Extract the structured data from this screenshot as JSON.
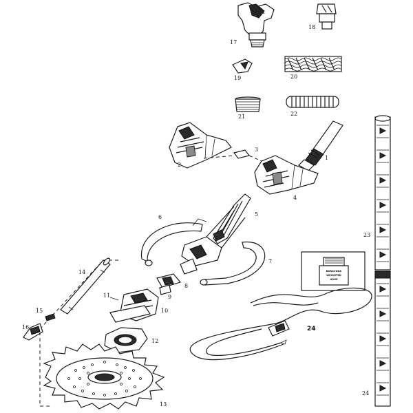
{
  "diagram": {
    "callouts": {
      "p1": "1",
      "p2": "2",
      "p3": "3",
      "p4": "4",
      "p5": "5",
      "p6": "6",
      "p7": "7",
      "p8": "8",
      "p9": "9",
      "p10": "10",
      "p11": "11",
      "p12": "12",
      "p13": "13",
      "p14": "14",
      "p15": "15",
      "p16": "16",
      "p17": "17",
      "p18": "18",
      "p19": "19",
      "p20": "20",
      "p21": "21",
      "p22": "22",
      "p23": "23",
      "p24a": "24",
      "p24b": "24"
    },
    "hose_label": {
      "line1": "BARACUDA",
      "line2": "WEIGHTED",
      "line3": "HOSE"
    }
  }
}
